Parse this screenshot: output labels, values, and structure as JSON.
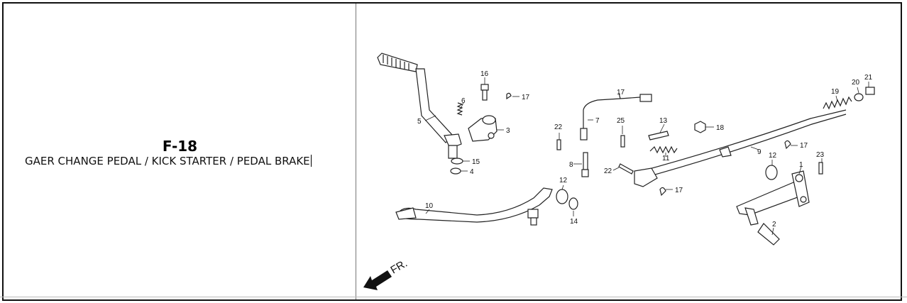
{
  "header": {
    "code": "F-18",
    "title": "GAER CHANGE PEDAL / KICK STARTER / PEDAL BRAKE"
  },
  "diagram": {
    "direction_label": "FR.",
    "callouts": {
      "c1": "1",
      "c2": "2",
      "c3": "3",
      "c4": "4",
      "c5": "5",
      "c6": "6",
      "c7": "7",
      "c8": "8",
      "c9": "9",
      "c10": "10",
      "c11": "11",
      "c12a": "12",
      "c12b": "12",
      "c13": "13",
      "c14": "14",
      "c15": "15",
      "c16": "16",
      "c17a": "17",
      "c17b": "17",
      "c17c": "17",
      "c17d": "17",
      "c18": "18",
      "c19": "19",
      "c20": "20",
      "c21": "21",
      "c22a": "22",
      "c22b": "22",
      "c23": "23",
      "c25": "25"
    },
    "icons": {
      "direction_arrow": "arrow-down-left-icon"
    }
  }
}
